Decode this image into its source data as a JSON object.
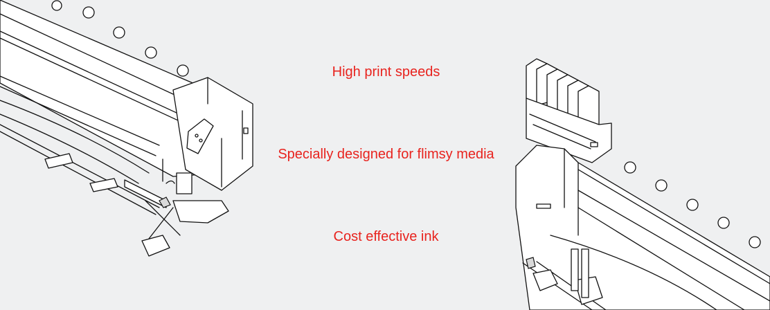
{
  "features": [
    {
      "label": "High print speeds"
    },
    {
      "label": "Specially designed for flimsy media"
    },
    {
      "label": "Cost effective ink"
    }
  ],
  "colors": {
    "background": "#eff0f1",
    "feature_text": "#e8231e",
    "line_art": "#111111"
  },
  "illustrations": [
    {
      "name": "printer-right-end-drawing"
    },
    {
      "name": "printer-ink-station-drawing"
    }
  ]
}
